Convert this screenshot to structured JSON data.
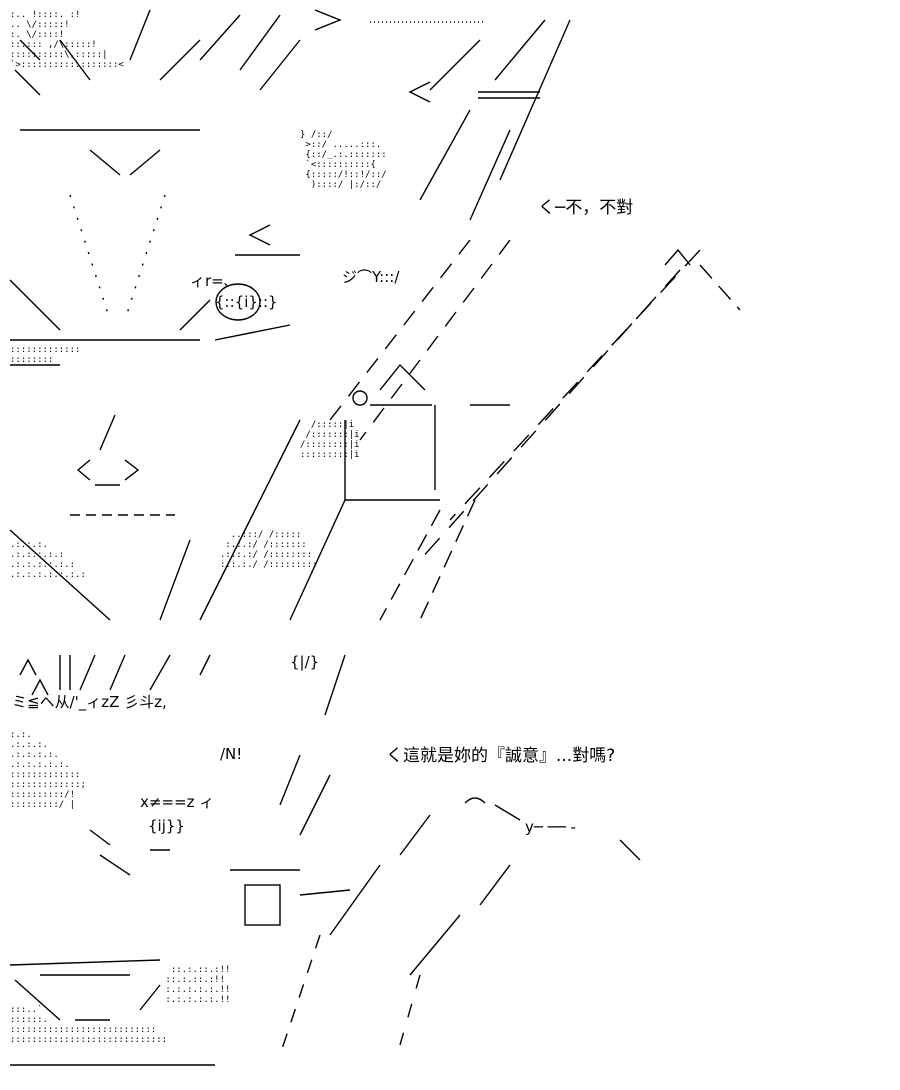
{
  "panels": [
    {
      "id": "panel-top",
      "speech": "く─不，不對"
    },
    {
      "id": "panel-bottom",
      "speech": "く這就是妳的『誠意』...對嗎?"
    }
  ],
  "colors": {
    "background": "#ffffff",
    "ink": "#000000"
  }
}
